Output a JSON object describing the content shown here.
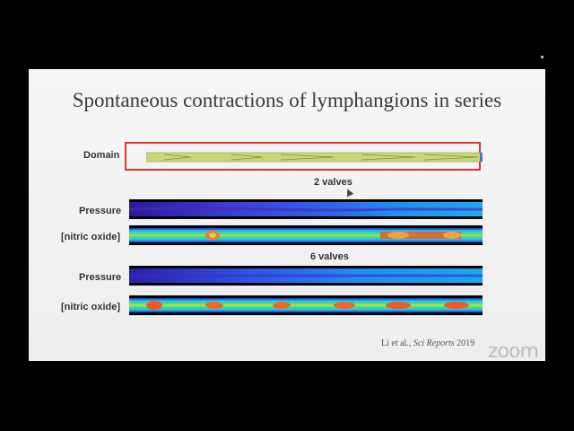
{
  "slide": {
    "title": "Spontaneous contractions of lymphangions in series",
    "labels": {
      "domain": "Domain",
      "pressure_1": "Pressure",
      "no_1": "[nitric oxide]",
      "pressure_2": "Pressure",
      "no_2": "[nitric oxide]"
    },
    "section_2valves": "2 valves",
    "section_6valves": "6 valves",
    "citation": {
      "authors": "Li et al., ",
      "journal": "Sci Reports",
      "year": " 2019"
    }
  },
  "overlay": {
    "zoom_watermark": "zoom"
  },
  "colors": {
    "domain_box_border": "#e0342c",
    "domain_fill": "#c7d977",
    "pressure_low": "#2f1ea8",
    "pressure_high": "#1aa7f2",
    "no_low": "#1f2bd8",
    "no_high": "#f25a1f"
  }
}
